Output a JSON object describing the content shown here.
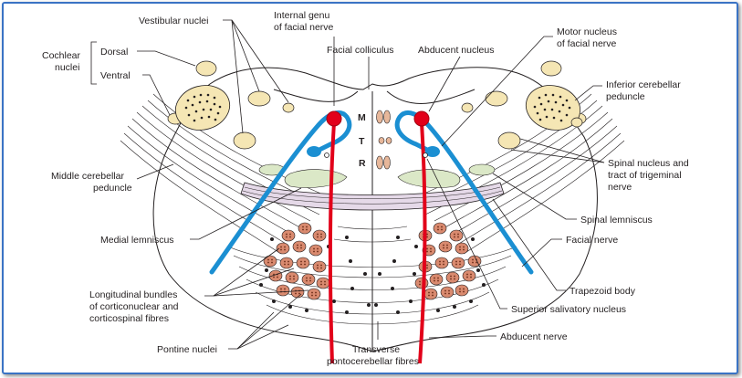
{
  "diagram": {
    "labels": {
      "vestibular_nuclei": "Vestibular nuclei",
      "internal_genu_1": "Internal genu",
      "internal_genu_2": "of facial nerve",
      "facial_colliculus": "Facial colliculus",
      "abducent_nucleus": "Abducent nucleus",
      "motor_nucleus_1": "Motor nucleus",
      "motor_nucleus_2": "of facial nerve",
      "cochlear_1": "Cochlear",
      "cochlear_2": "nuclei",
      "dorsal": "Dorsal",
      "ventral": "Ventral",
      "inferior_cerebellar_1": "Inferior cerebellar",
      "inferior_cerebellar_2": "peduncle",
      "middle_cerebellar_1": "Middle cerebellar",
      "middle_cerebellar_2": "peduncle",
      "spinal_trigeminal_1": "Spinal nucleus and",
      "spinal_trigeminal_2": "tract of trigeminal",
      "spinal_trigeminal_3": "nerve",
      "spinal_lemniscus": "Spinal lemniscus",
      "medial_lemniscus": "Medial lemniscus",
      "facial_nerve": "Facial nerve",
      "longitudinal_1": "Longitudinal bundles",
      "longitudinal_2": "of corticonuclear and",
      "longitudinal_3": "corticospinal fibres",
      "trapezoid_body": "Trapezoid body",
      "superior_salivatory": "Superior salivatory nucleus",
      "pontine_nuclei": "Pontine nuclei",
      "transverse_1": "Transverse",
      "transverse_2": "pontocerebellar fibres",
      "abducent_nerve": "Abducent nerve",
      "mtr_m": "M",
      "mtr_t": "T",
      "mtr_r": "R"
    },
    "colors": {
      "frame_border": "#3a73c4",
      "facial_nerve_blue": "#1b8fd2",
      "abducent_red": "#e2001a",
      "nucleus_fill": "#f5e6b4",
      "bundle_fill": "#d98a6f",
      "lemniscus_fill": "#e5d9e8",
      "green_tract": "#dbe8c7"
    }
  }
}
